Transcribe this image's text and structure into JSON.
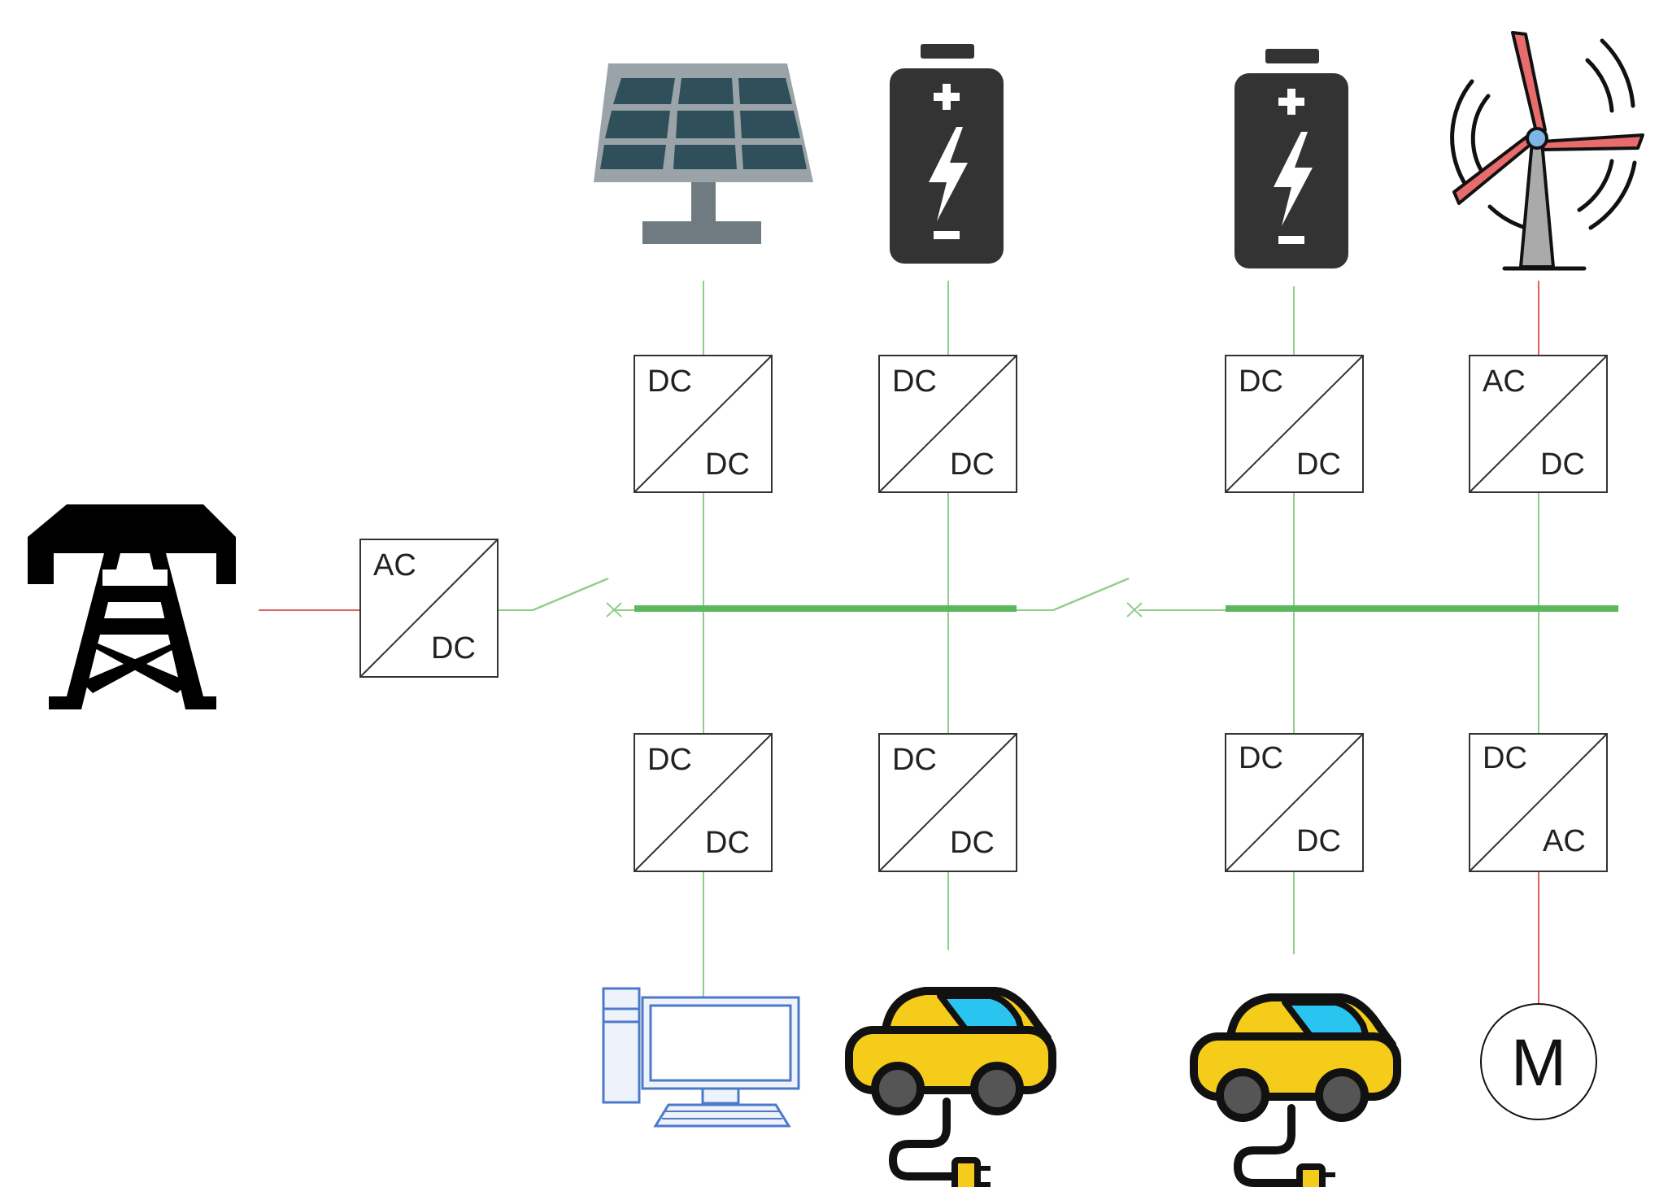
{
  "colors": {
    "dc_wire": "#8fcf8a",
    "dc_bus": "#5cb85c",
    "ac_wire": "#e06060",
    "converter_stroke": "#333333",
    "solar_panel": "#2f4f5a",
    "battery": "#333333",
    "car_body": "#f5cc1a",
    "car_window": "#29c4f0",
    "turbine_blade": "#e86c6c"
  },
  "icons": {
    "grid": "power-tower-icon",
    "solar": "solar-panel-icon",
    "battery": "battery-icon",
    "wind": "wind-turbine-icon",
    "computer": "desktop-computer-icon",
    "ev": "electric-car-icon",
    "motor": "motor-icon"
  },
  "converters": {
    "grid": {
      "top": "AC",
      "bottom": "DC"
    },
    "solar": {
      "top": "DC",
      "bottom": "DC"
    },
    "battery1": {
      "top": "DC",
      "bottom": "DC"
    },
    "battery2": {
      "top": "DC",
      "bottom": "DC"
    },
    "wind": {
      "top": "AC",
      "bottom": "DC"
    },
    "computer": {
      "top": "DC",
      "bottom": "DC"
    },
    "ev1": {
      "top": "DC",
      "bottom": "DC"
    },
    "ev2": {
      "top": "DC",
      "bottom": "DC"
    },
    "motor": {
      "top": "DC",
      "bottom": "AC"
    }
  },
  "motor": {
    "label": "M"
  }
}
